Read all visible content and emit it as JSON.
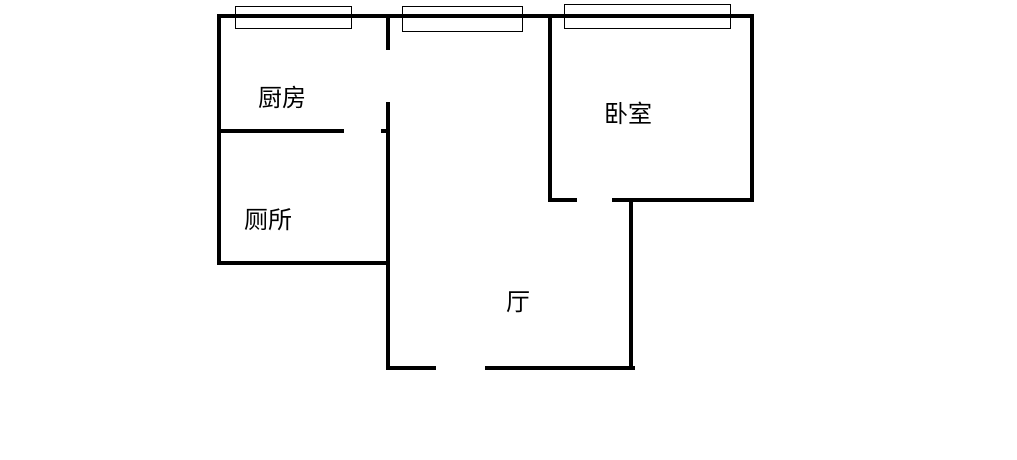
{
  "rooms": {
    "kitchen": "厨房",
    "toilet": "厕所",
    "bedroom": "卧室",
    "living_room": "厅"
  }
}
